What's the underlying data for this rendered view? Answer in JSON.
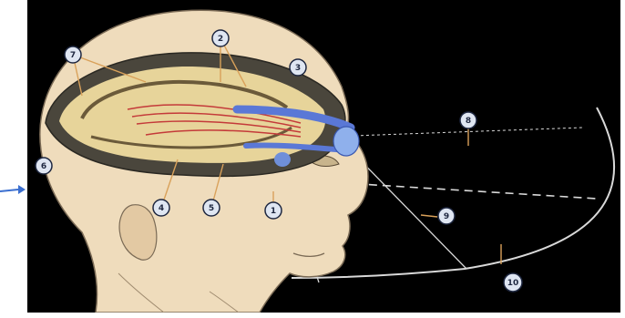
{
  "figure": {
    "subject": "Head with exposed brain showing visual pathway and visual field",
    "colors": {
      "background": "#000000",
      "skin": "#efdcbc",
      "brain_cortex": "#4a463c",
      "brain_white_matter": "#e7d49a",
      "optic_tract_blue": "#5a78d6",
      "optic_radiation_red": "#c43a3a",
      "leader_lines": "#d9a15a",
      "marker_fill": "#dfe6f2",
      "field_arc": "#d9d9d9",
      "side_arrow": "#3b6fd0"
    },
    "markers": [
      {
        "id": "m1",
        "label": "1"
      },
      {
        "id": "m2",
        "label": "2"
      },
      {
        "id": "m3",
        "label": "3"
      },
      {
        "id": "m4",
        "label": "4"
      },
      {
        "id": "m5",
        "label": "5"
      },
      {
        "id": "m6",
        "label": "6"
      },
      {
        "id": "m7",
        "label": "7"
      },
      {
        "id": "m8",
        "label": "8"
      },
      {
        "id": "m9",
        "label": "9"
      },
      {
        "id": "m10",
        "label": "10"
      }
    ]
  }
}
